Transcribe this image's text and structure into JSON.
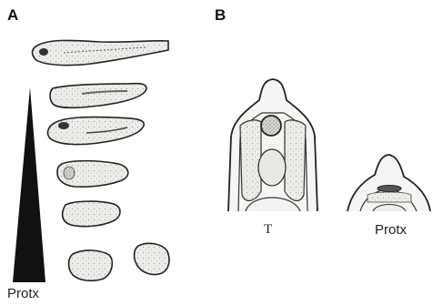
{
  "panel_a": {
    "label": "A",
    "gradient_label": "Protx"
  },
  "panel_b": {
    "label": "B",
    "left_caption": "T",
    "right_caption": "Protx"
  },
  "colors": {
    "stroke": "#222222",
    "fill": "#e9e9e6",
    "dark": "#111111"
  }
}
